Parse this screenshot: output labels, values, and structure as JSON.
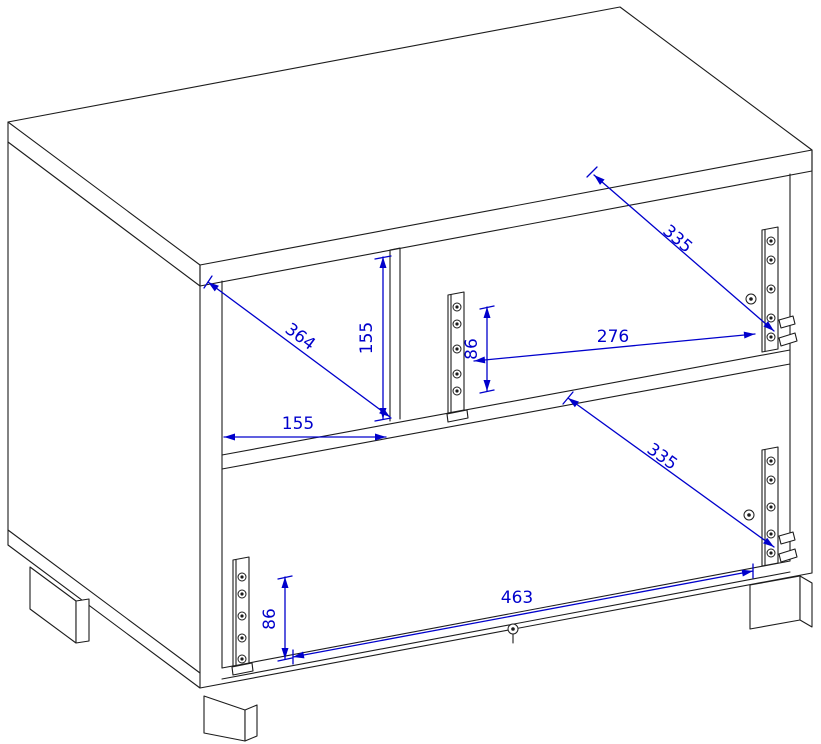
{
  "drawing": {
    "background": "#ffffff",
    "line_color": "#1c1c1c",
    "dimension_color": "#0000cc",
    "subject": "cabinet-carcass-with-drawer-slides",
    "dimensions": {
      "interior_depth": "364",
      "upper_compartment_height": "155",
      "left_compartment_width": "155",
      "upper_slide_hole_spacing": "86",
      "upper_slide_gap": "276",
      "upper_slide_length": "335",
      "lower_slide_length": "335",
      "lower_slide_hole_spacing": "86",
      "lower_slide_gap": "463"
    }
  }
}
